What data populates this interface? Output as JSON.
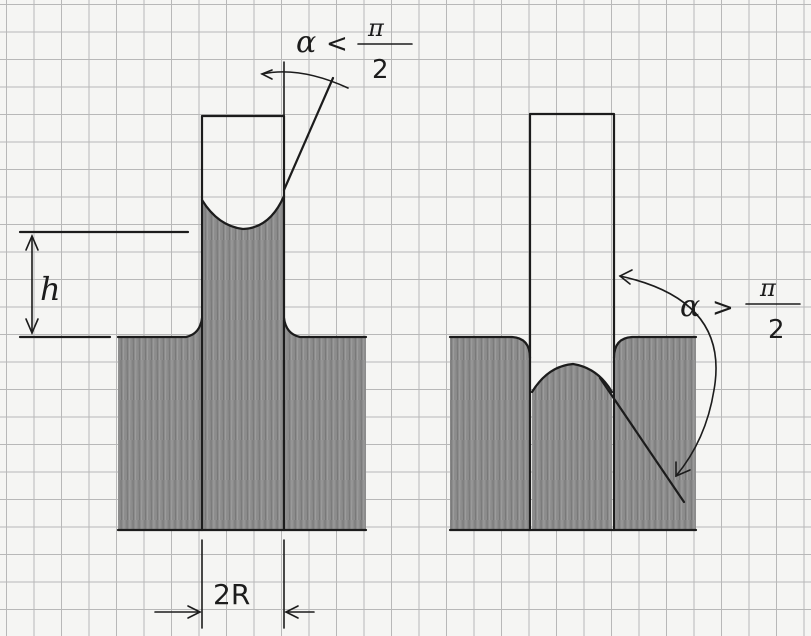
{
  "left_figure": {
    "angle_symbol": "α",
    "angle_relation": "<",
    "angle_numerator": "π",
    "angle_denominator": "2",
    "height_label": "h",
    "width_label": "2R"
  },
  "right_figure": {
    "angle_symbol": "α",
    "angle_relation": ">",
    "angle_numerator": "π",
    "angle_denominator": "2"
  },
  "colors": {
    "liquid_fill": "#8f8f8f",
    "ink": "#1c1c1c",
    "grid": "#b8b8b8",
    "paper": "#f5f5f3"
  }
}
